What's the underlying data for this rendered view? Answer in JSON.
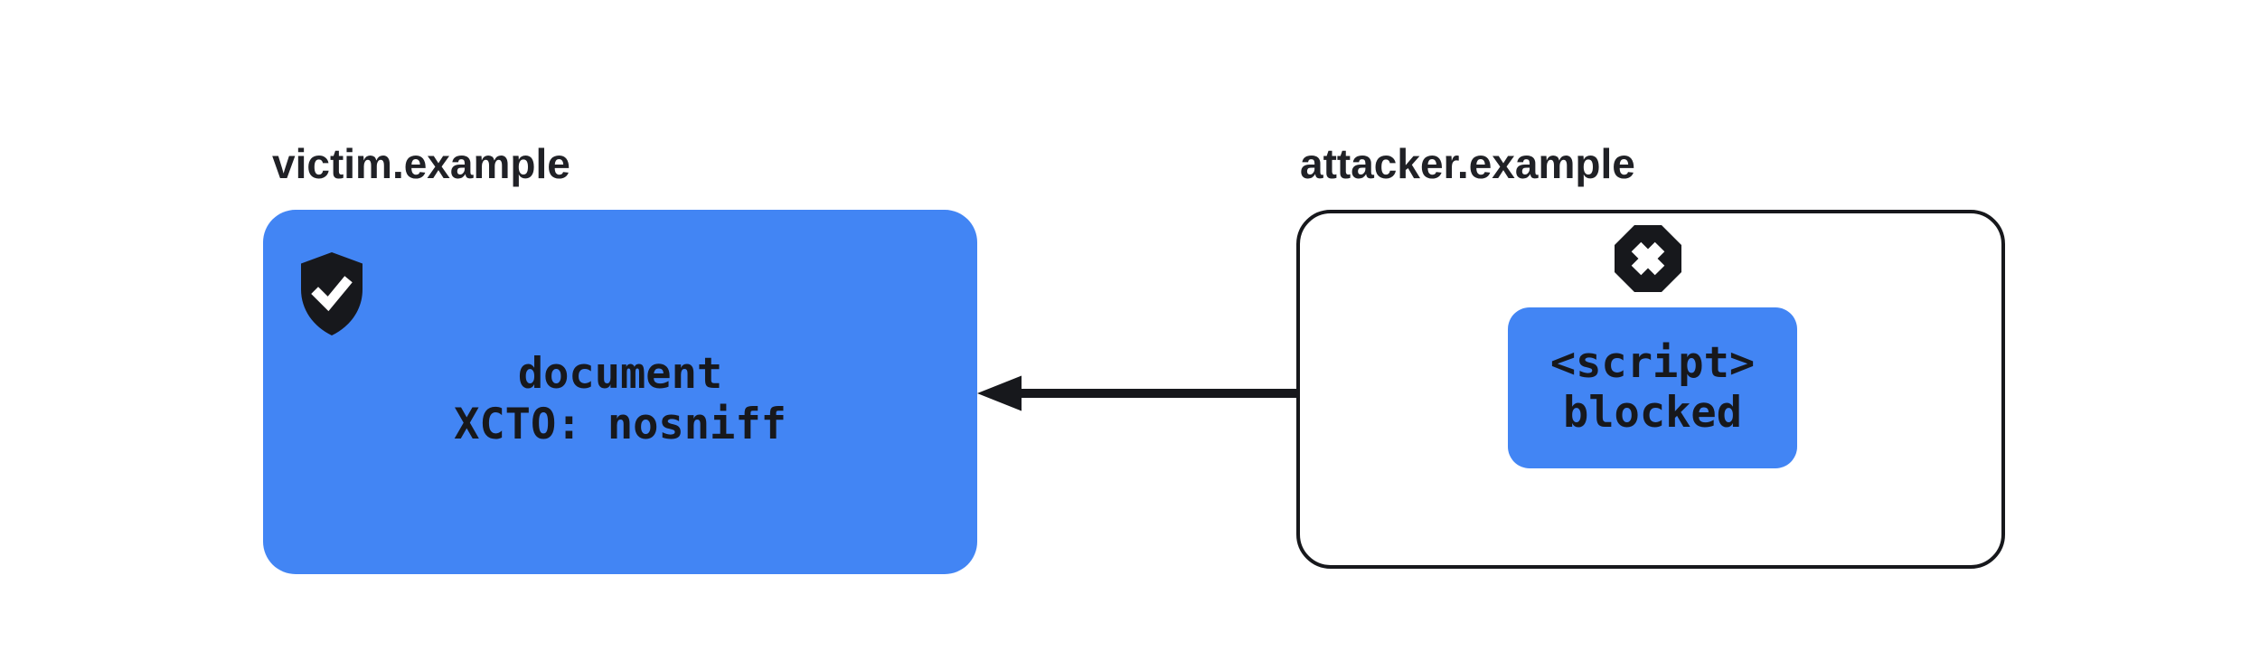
{
  "diagram": {
    "victim": {
      "label": "victim.example",
      "box_lines": [
        "document",
        "XCTO: nosniff"
      ],
      "badge_icon": "shield-check-icon"
    },
    "attacker": {
      "label": "attacker.example",
      "script_lines": [
        "<script>",
        "blocked"
      ],
      "badge_icon": "octagon-x-icon"
    },
    "arrow": {
      "direction": "right-to-left",
      "from": "attacker.example script box",
      "to": "victim.example document box"
    },
    "colors": {
      "accent_blue": "#4285f4",
      "ink": "#17181c",
      "background": "#ffffff"
    }
  }
}
